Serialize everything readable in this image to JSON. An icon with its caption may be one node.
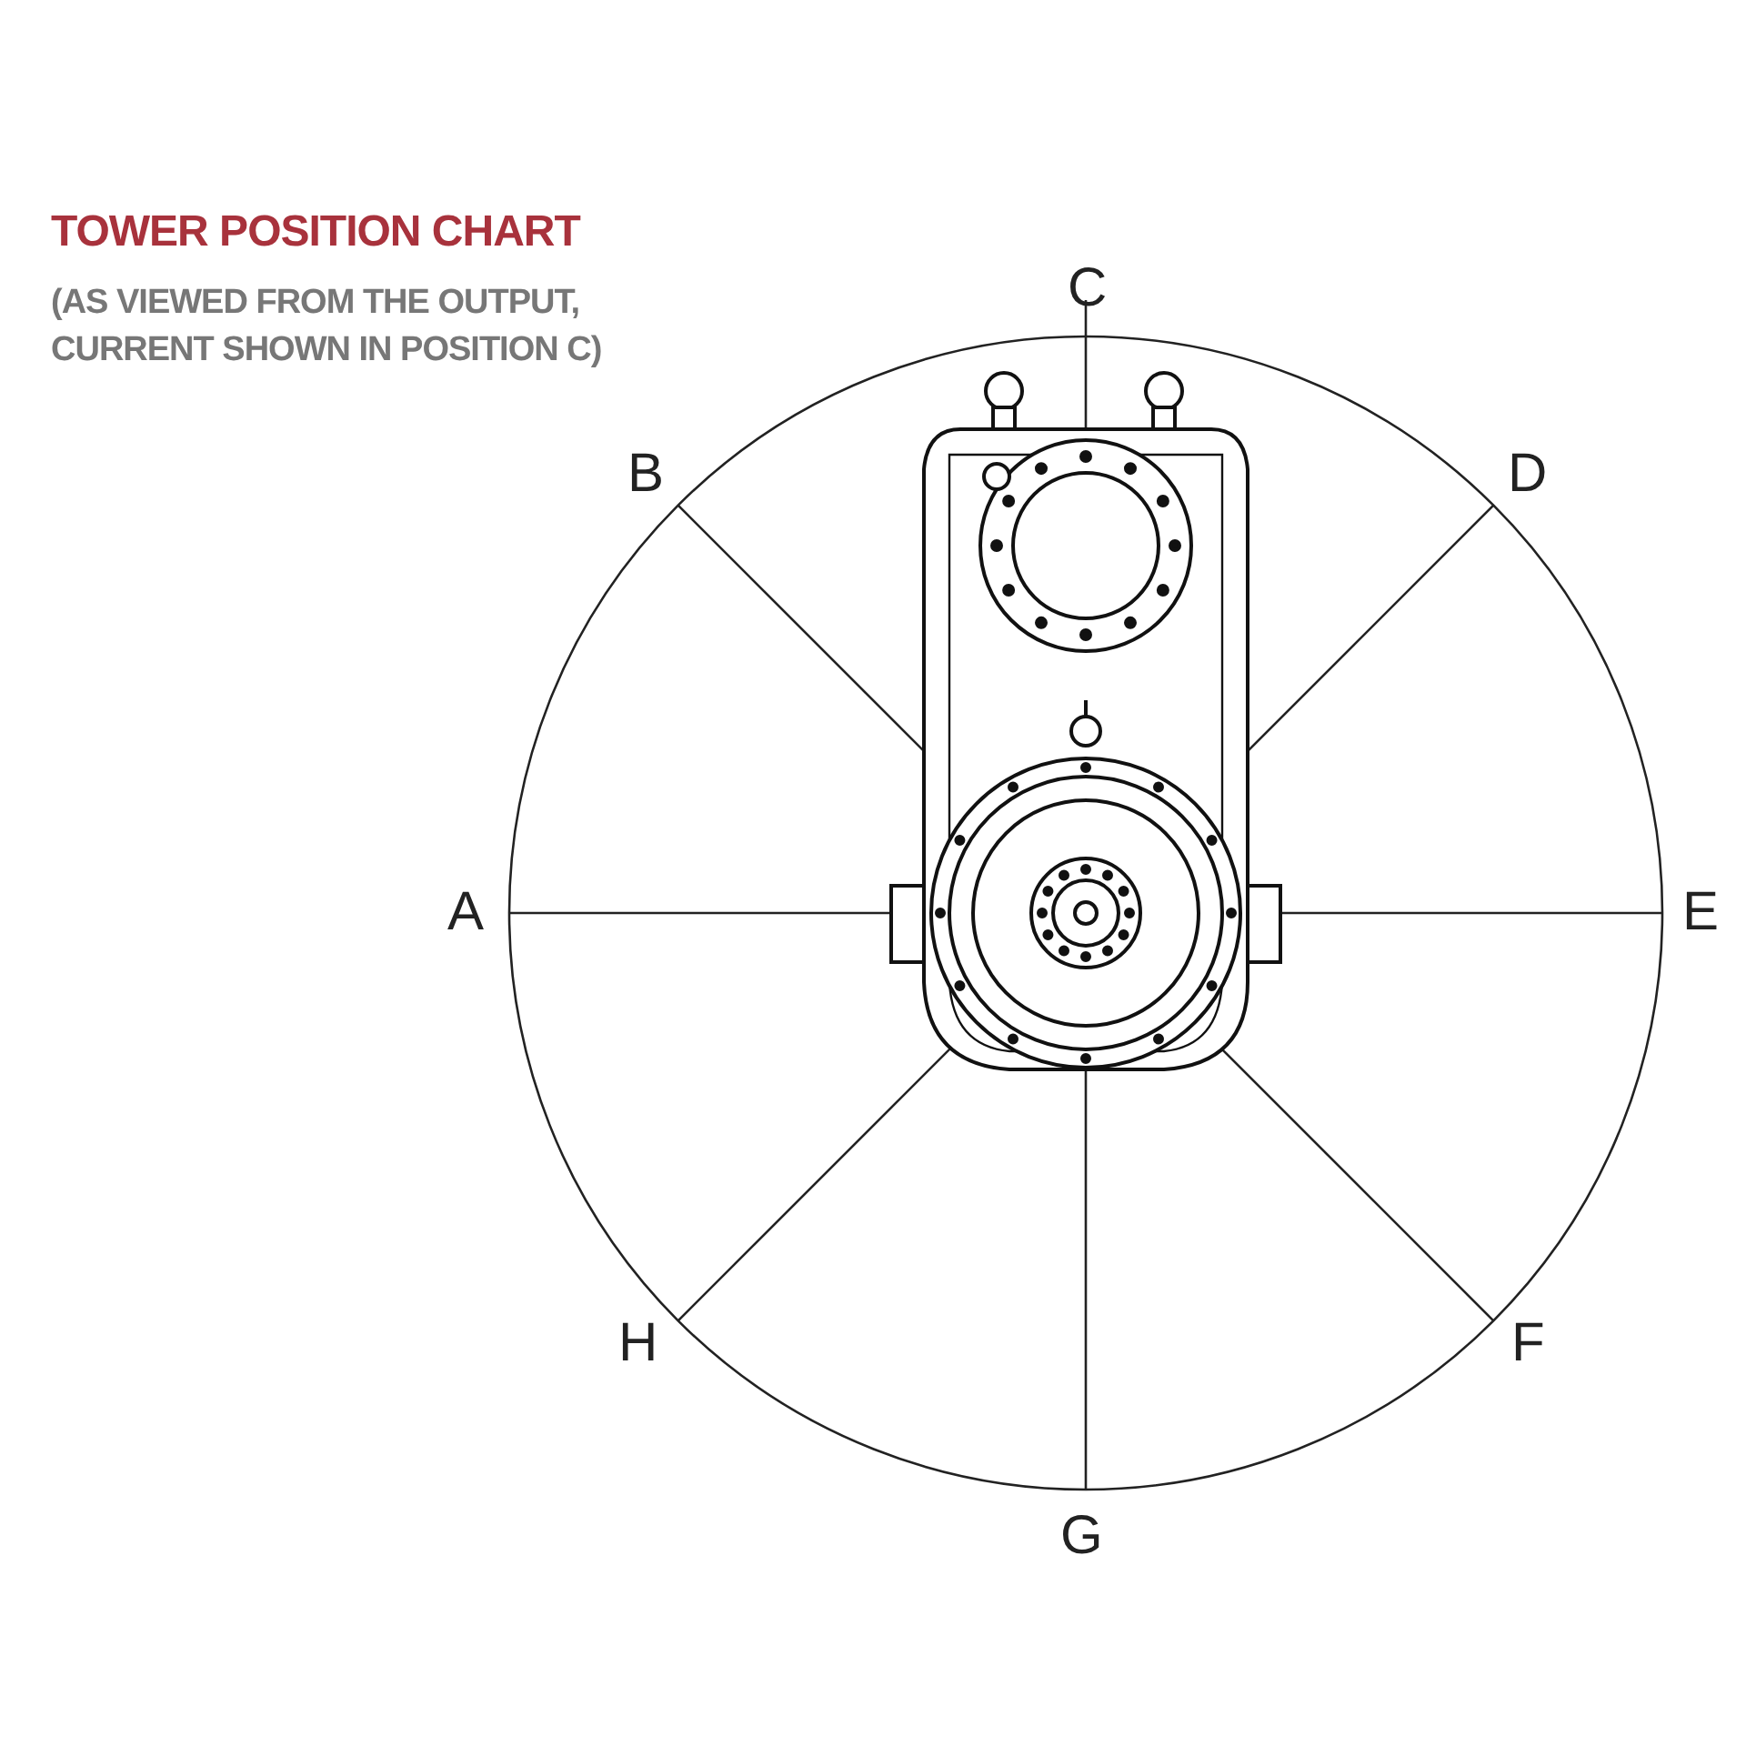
{
  "diagram": {
    "title": "TOWER POSITION CHART",
    "labels": [
      "(AS VIEWED FROM THE OUTPUT, CURRENT SHOWN IN POSITION C)",
      "C",
      "B",
      "D",
      "A",
      "E",
      "H",
      "F",
      "G"
    ]
  }
}
